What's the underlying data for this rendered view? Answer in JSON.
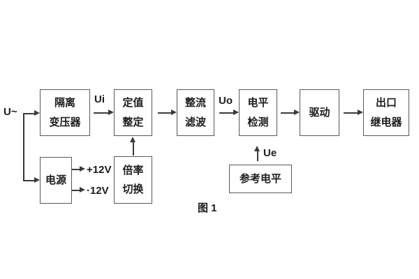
{
  "figure": {
    "caption": "图 1",
    "input_label": "U~",
    "signal_labels": {
      "ui": "Ui",
      "uo": "Uo",
      "ue": "Ue"
    },
    "power_labels": {
      "positive": "+12V",
      "negative": "·12V"
    },
    "blocks": {
      "isolation_transformer": {
        "lines": [
          "隔离",
          "变压器"
        ]
      },
      "setpoint_adjust": {
        "lines": [
          "定值",
          "整定"
        ]
      },
      "rectifier_filter": {
        "lines": [
          "整流",
          "滤波"
        ]
      },
      "level_detect": {
        "lines": [
          "电平",
          "检测"
        ]
      },
      "drive": {
        "lines": [
          "驱动"
        ]
      },
      "output_relay": {
        "lines": [
          "出口",
          "继电器"
        ]
      },
      "power_supply": {
        "lines": [
          "电源"
        ]
      },
      "multiplier_switch": {
        "lines": [
          "倍率",
          "切换"
        ]
      },
      "reference_level": {
        "lines": [
          "参考电平"
        ]
      }
    },
    "colors": {
      "line": "#3a3a3a",
      "box_border": "#595959",
      "text": "#1c1c1c",
      "background": "#ffffff"
    }
  }
}
